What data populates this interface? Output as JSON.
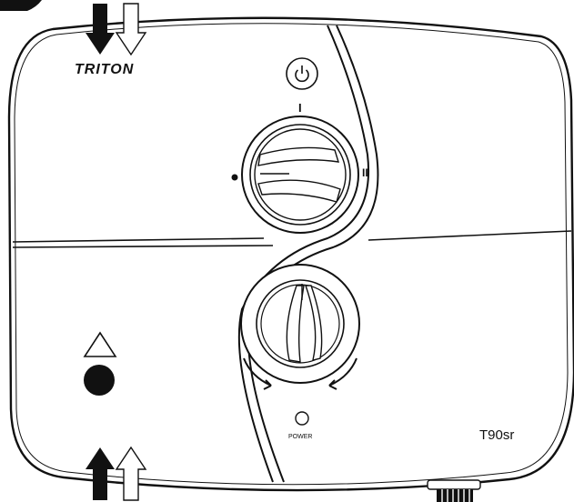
{
  "brand": "TRITON",
  "model": "T90sr",
  "power_label": "POWER",
  "power_dial_marks": {
    "high": "I",
    "low": "II"
  },
  "icons": {
    "power_button": "power-icon",
    "warning": "warning-triangle-icon",
    "indicator": "filled-circle-icon",
    "cold_in_top": "down-arrow-filled-icon",
    "hot_top": "down-arrow-outline-icon",
    "cold_in_bottom": "up-arrow-filled-icon",
    "hot_bottom": "up-arrow-outline-icon"
  },
  "colors": {
    "line": "#111111",
    "background": "#ffffff"
  }
}
